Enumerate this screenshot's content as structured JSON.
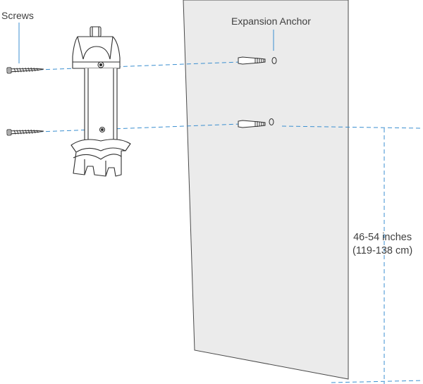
{
  "labels": {
    "screws": "Screws",
    "expansion_anchor": "Expansion Anchor",
    "height_inches": "46-54 inches",
    "height_cm": "(119-138 cm)"
  },
  "colors": {
    "guide_line": "#3b8fd0",
    "wall_fill": "#ebebeb",
    "wall_stroke": "#4a4a4a",
    "hardware_stroke": "#2f2f2f",
    "label_text": "#3f3f3f"
  },
  "icons": [
    "screw-icon",
    "expansion-anchor-icon",
    "wall-mount-bracket-icon",
    "wall-panel"
  ]
}
